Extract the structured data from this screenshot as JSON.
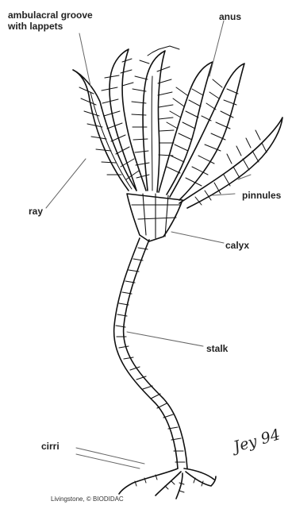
{
  "labels": {
    "ambulacral_line1": "ambulacral groove",
    "ambulacral_line2": "with lappets",
    "anus": "anus",
    "ray": "ray",
    "pinnules": "pinnules",
    "calyx": "calyx",
    "stalk": "stalk",
    "cirri": "cirri"
  },
  "credit": "Livingstone, © BIODIDAC",
  "handwriting": "Jey 94"
}
